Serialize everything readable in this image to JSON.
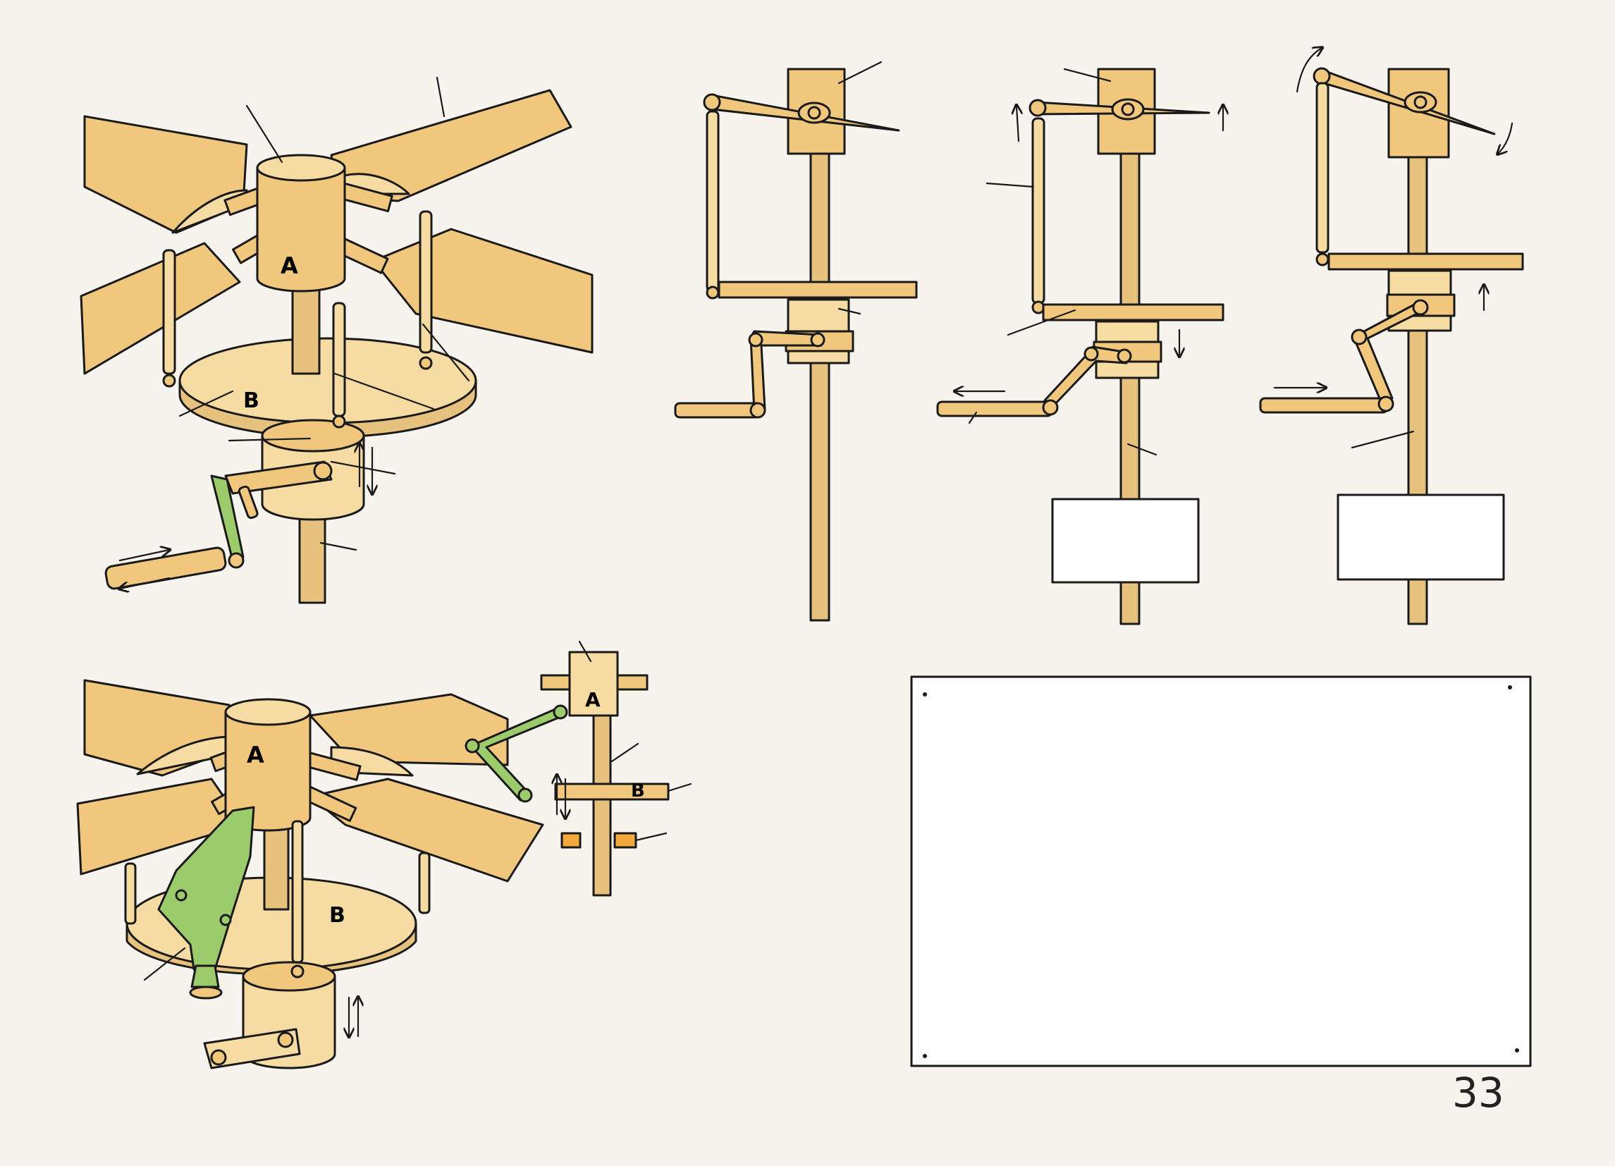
{
  "colors": {
    "page": "#f7f4ee",
    "wood": "#f0c77c",
    "wood_light": "#f6dca2",
    "wood_dark": "#d9a95a",
    "bar": "#e7c27f",
    "green": "#9ccb6c",
    "green_dark": "#6fa045",
    "ink": "#1a1a1a",
    "orange": "#f0a93a"
  },
  "labels": {
    "hub_a_1": "A",
    "plate_b_1": "B",
    "hub_a_2": "A",
    "plate_b_2": "B",
    "small_a": "A",
    "small_b": "B"
  },
  "page_number": "33"
}
